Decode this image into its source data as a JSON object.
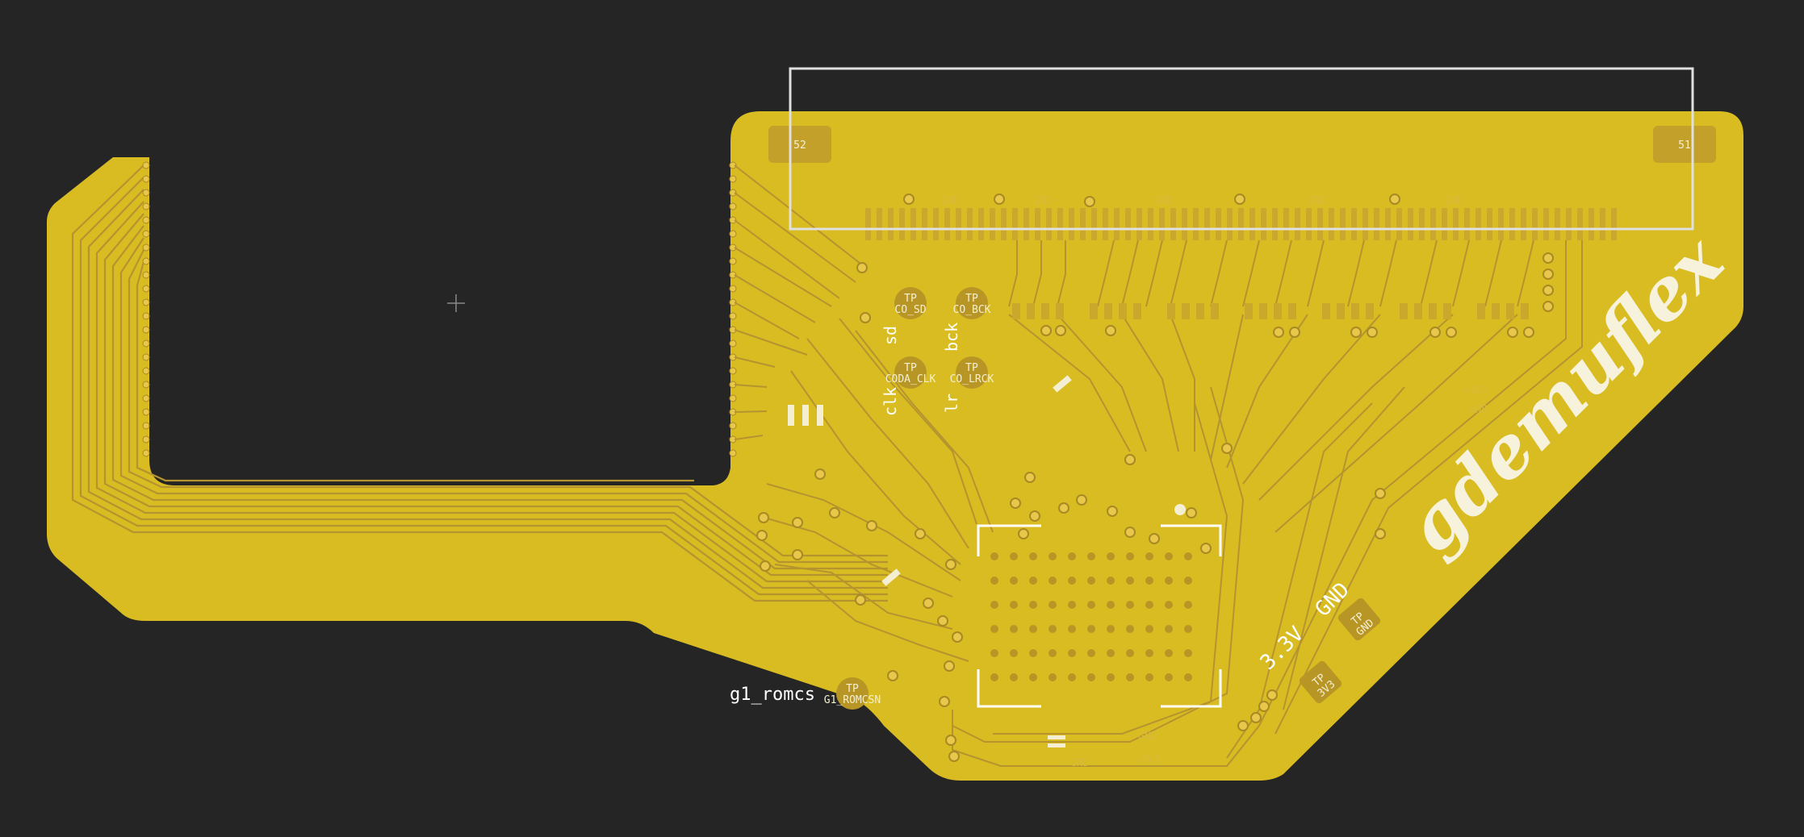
{
  "colors": {
    "background": "#252525",
    "board": "#d8bc22",
    "copper": "#c2a02a",
    "trace": "#b59430",
    "silkscreen": "#ffffff",
    "outline": "#e0e0e0"
  },
  "connector": {
    "pad_left": "52",
    "pad_right": "51"
  },
  "net_labels": {
    "gnd": "GND",
    "v33": "+3V3"
  },
  "test_points": {
    "tp": "TP",
    "co_sd": "CO_SD",
    "co_bck": "CO_BCK",
    "coda_clk": "CODA_CLK",
    "co_lrck": "CO_LRCK",
    "g1_romcsn": "G1_ROMCSN",
    "gnd": "GND",
    "v33": "3V3"
  },
  "silkscreen": {
    "sd": "sd",
    "bck": "bck",
    "clk": "clk",
    "lr": "lr",
    "g1_romcs": "g1_romcs",
    "v33": "3.3V",
    "gnd": "GND",
    "logo": "gdemuflex"
  },
  "icons": {
    "origin": "crosshair-icon"
  }
}
